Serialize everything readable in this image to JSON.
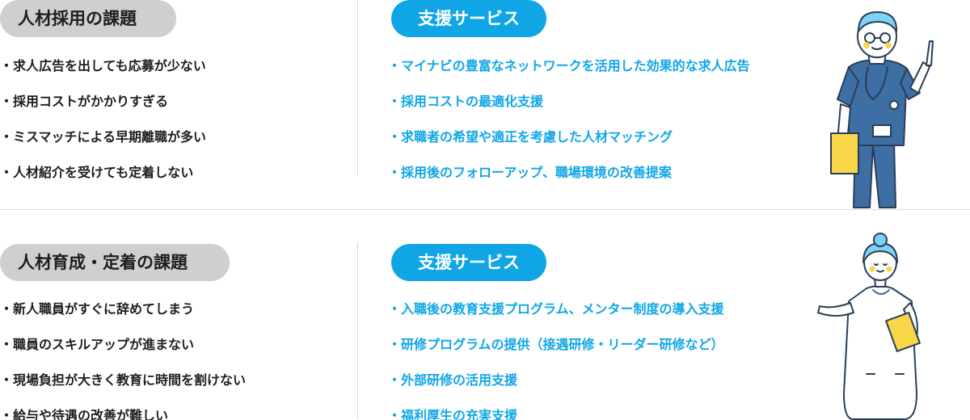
{
  "recruitment": {
    "challenge_title": "人材採用の課題",
    "challenges": [
      "・求人広告を出しても応募が少ない",
      "・採用コストがかかりすぎる",
      "・ミスマッチによる早期離職が多い",
      "・人材紹介を受けても定着しない"
    ],
    "service_title": "支援サービス",
    "services": [
      "・マイナビの豊富なネットワークを活用した効果的な求人広告",
      "・採用コストの最適化支援",
      "・求職者の希望や適正を考慮した人材マッチング",
      "・採用後のフォローアップ、職場環境の改善提案"
    ]
  },
  "development": {
    "challenge_title": "人材育成・定着の課題",
    "challenges": [
      "・新人職員がすぐに辞めてしまう",
      "・職員のスキルアップが進まない",
      "・現場負担が大きく教育に時間を割けない",
      "・給与や待遇の改善が難しい"
    ],
    "service_title": "支援サービス",
    "services": [
      "・入職後の教育支援プログラム、メンター制度の導入支援",
      "・研修プログラムの提供（接遇研修・リーダー研修など）",
      "・外部研修の活用支援",
      "・福利厚生の充実支援"
    ]
  },
  "colors": {
    "accent_blue": "#10a6e6",
    "pill_gray": "#cfcfcf",
    "scrub_blue": "#3d6fa5",
    "folder_yellow": "#f7d64a"
  },
  "icons": {
    "top_illustration": "male-doctor-illustration-icon",
    "bottom_illustration": "female-nurse-illustration-icon"
  }
}
